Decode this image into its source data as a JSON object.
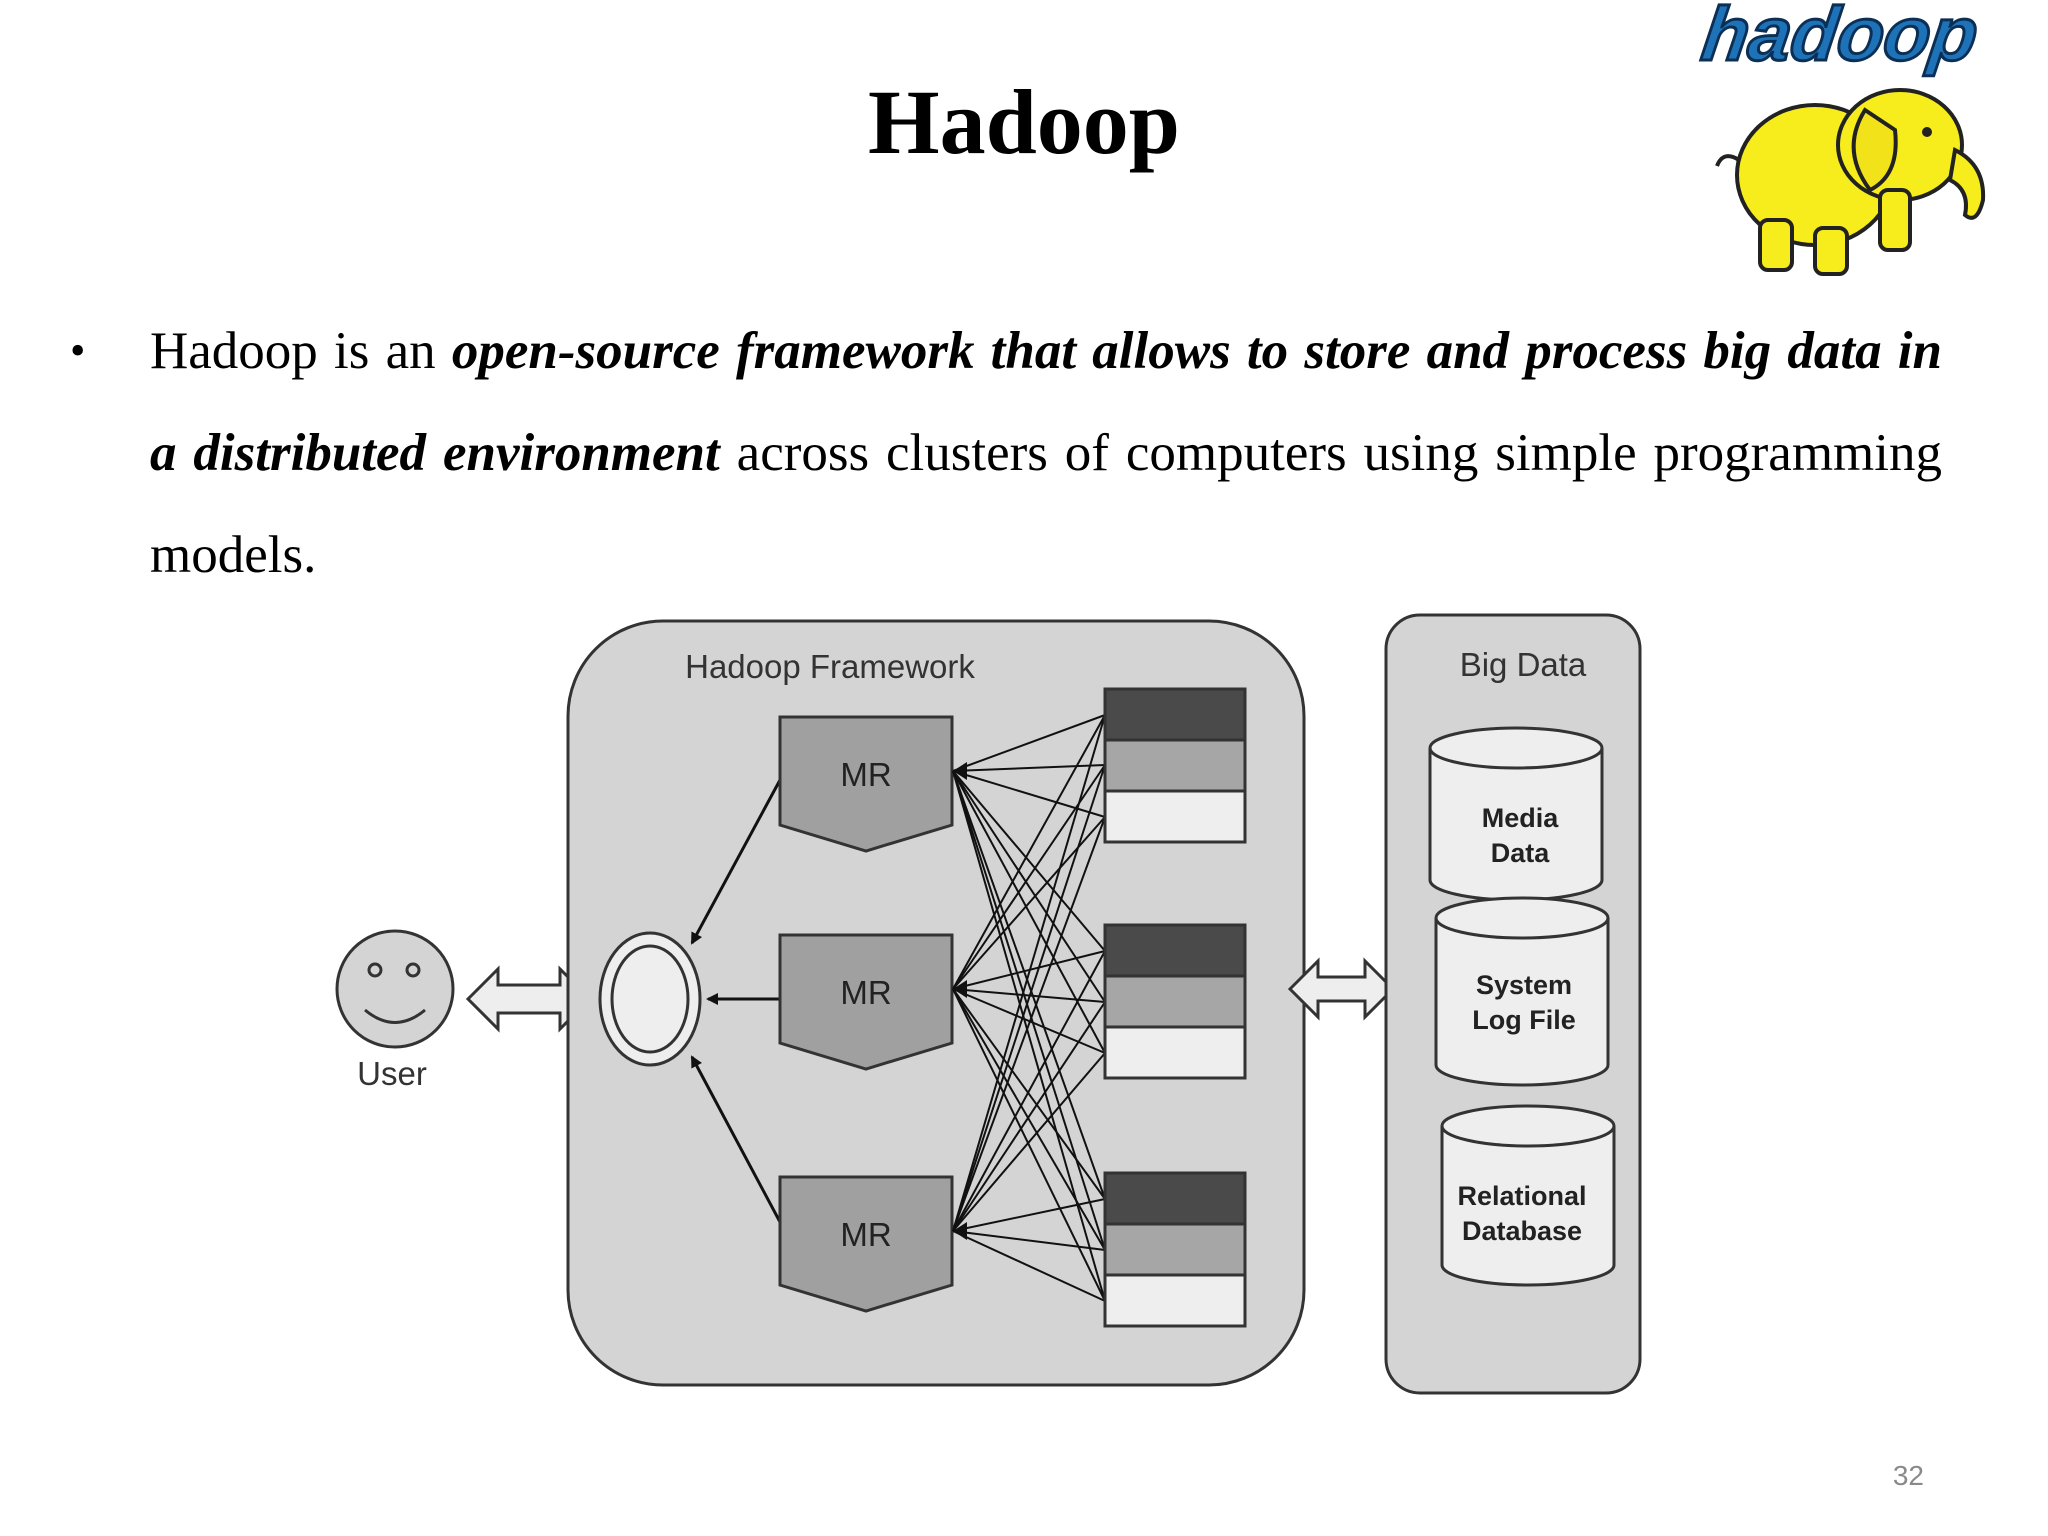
{
  "slide": {
    "title": "Hadoop",
    "logo_text": "hadoop",
    "page_number": "32"
  },
  "bullet": {
    "marker": "•",
    "text_1": "Hadoop is an ",
    "text_2": "open-source framework that allows to store and process big data in a distributed environment",
    "text_3": " across clusters of computers using simple programming models."
  },
  "diagram": {
    "user_label": "User",
    "framework_label": "Hadoop Framework",
    "mr_label": "MR",
    "bigdata_label": "Big Data",
    "sources": [
      {
        "line1": "Media",
        "line2": "Data"
      },
      {
        "line1": "System",
        "line2": "Log File"
      },
      {
        "line1": "Relational",
        "line2": "Database"
      }
    ]
  },
  "colors": {
    "panel": "#d4d4d4",
    "mr_fill": "#a0a0a0",
    "block_dark": "#4a4a4a",
    "block_mid": "#a6a6a6",
    "block_light": "#eeeeee",
    "logo_blue": "#1e73b8",
    "elephant_yellow": "#f7ec1c"
  }
}
